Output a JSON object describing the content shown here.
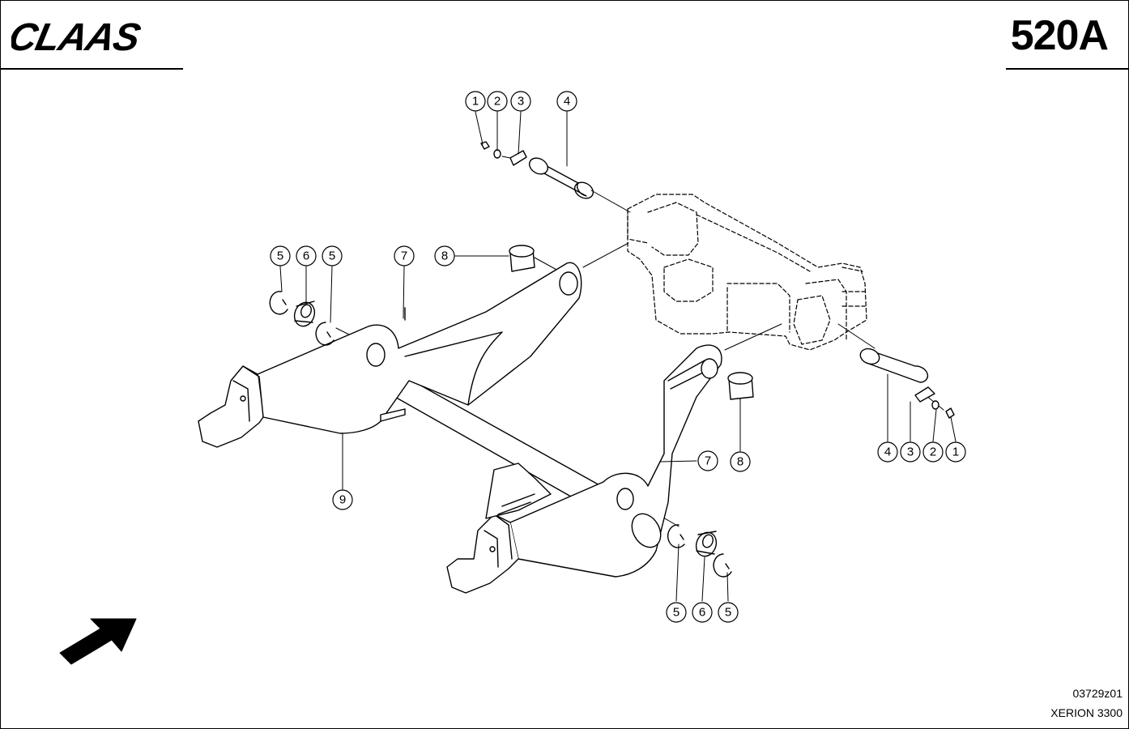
{
  "header": {
    "brand": "CLAAS",
    "page_number": "520A"
  },
  "footer": {
    "drawing_code": "03729z01",
    "model": "XERION 3300"
  },
  "callouts": [
    {
      "id": "c1a",
      "label": "1"
    },
    {
      "id": "c2a",
      "label": "2"
    },
    {
      "id": "c3a",
      "label": "3"
    },
    {
      "id": "c4a",
      "label": "4"
    },
    {
      "id": "c5a",
      "label": "5"
    },
    {
      "id": "c6a",
      "label": "6"
    },
    {
      "id": "c5b",
      "label": "5"
    },
    {
      "id": "c7a",
      "label": "7"
    },
    {
      "id": "c8a",
      "label": "8"
    },
    {
      "id": "c9a",
      "label": "9"
    },
    {
      "id": "c7b",
      "label": "7"
    },
    {
      "id": "c8b",
      "label": "8"
    },
    {
      "id": "c4b",
      "label": "4"
    },
    {
      "id": "c3b",
      "label": "3"
    },
    {
      "id": "c2b",
      "label": "2"
    },
    {
      "id": "c1b",
      "label": "1"
    },
    {
      "id": "c5c",
      "label": "5"
    },
    {
      "id": "c6b",
      "label": "6"
    },
    {
      "id": "c5d",
      "label": "5"
    }
  ],
  "icons": {
    "logo": "claas-logo",
    "direction": "direction-arrow-icon"
  }
}
